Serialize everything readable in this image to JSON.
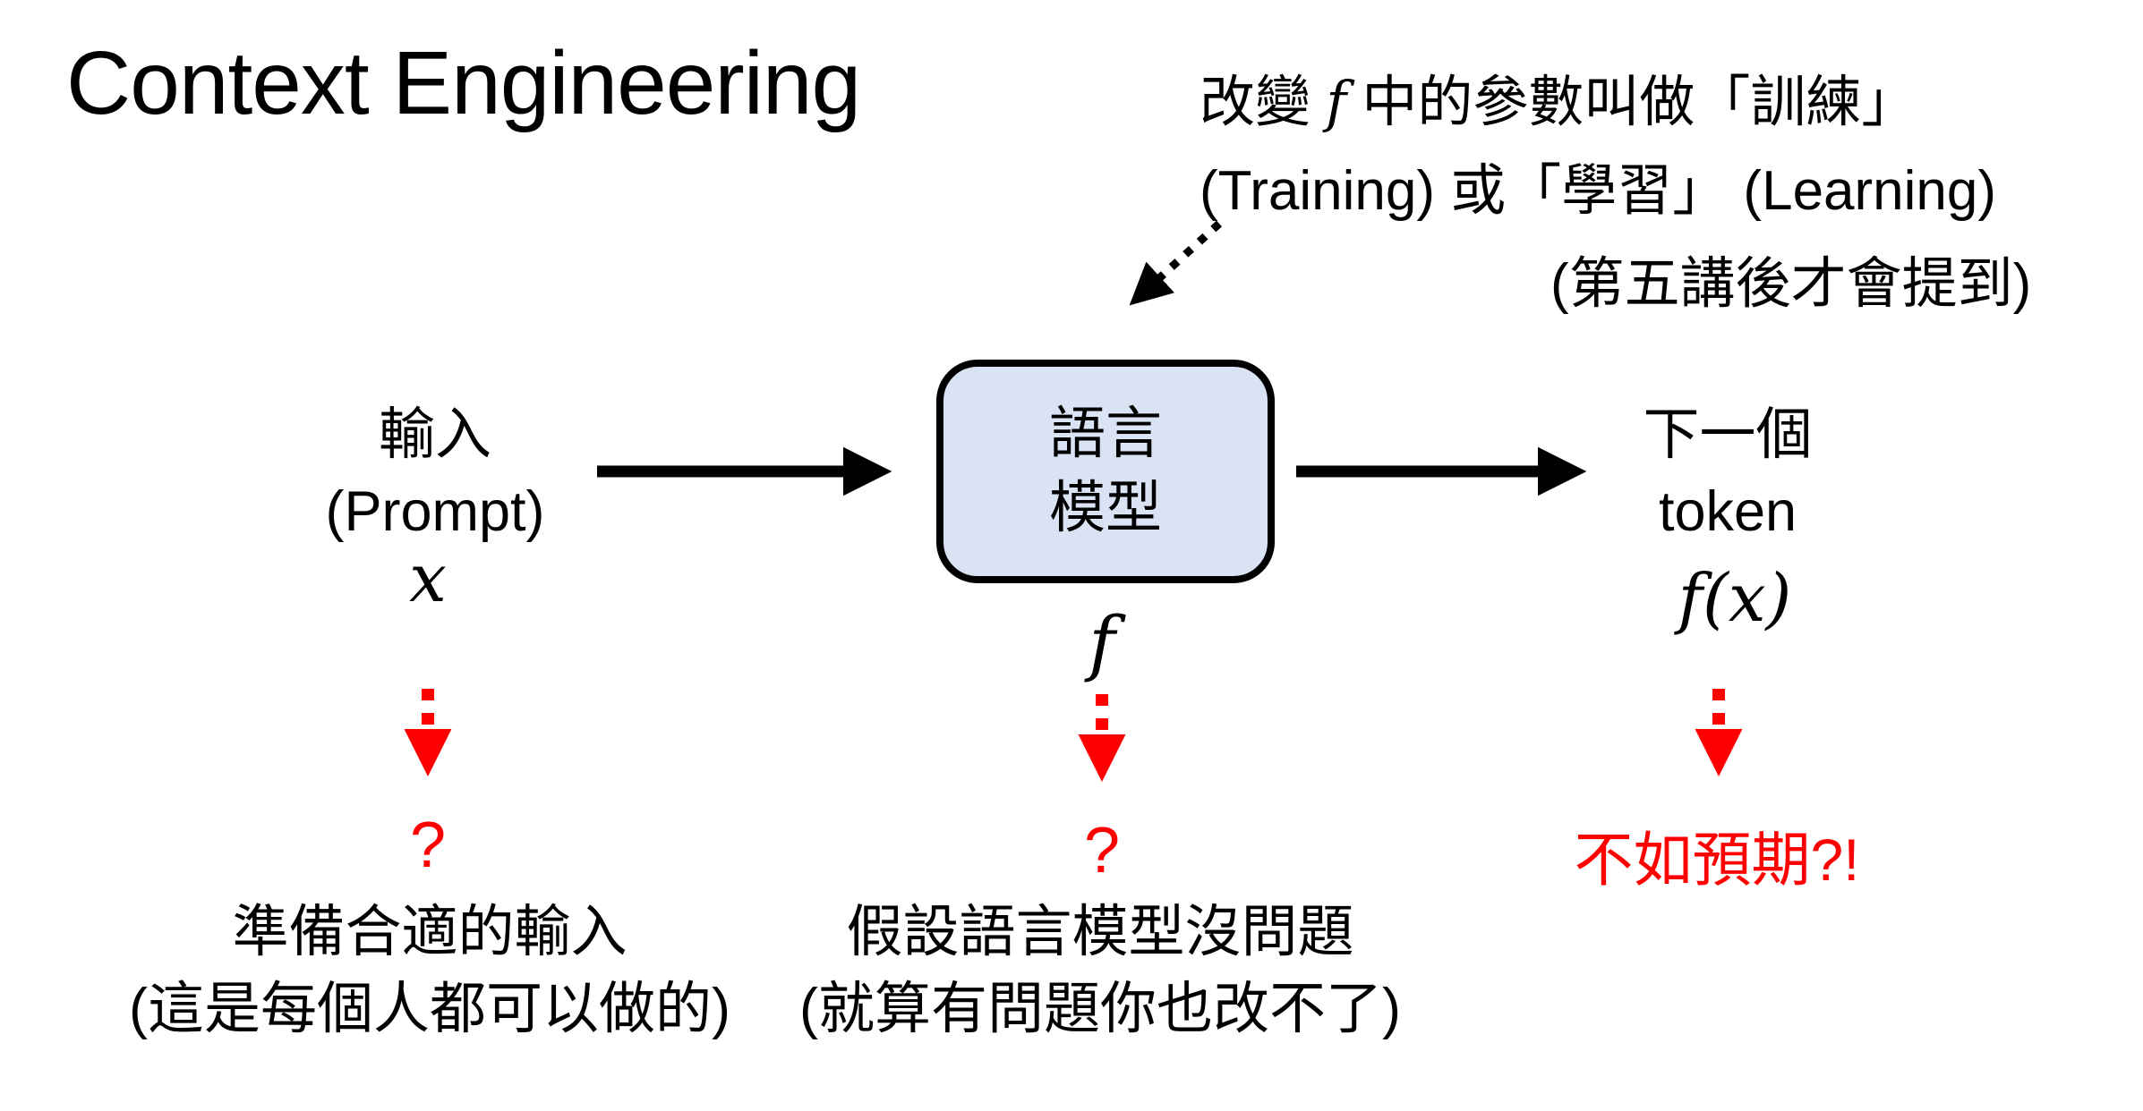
{
  "title": "Context Engineering",
  "training_note": {
    "line1_pre": "改變 ",
    "line1_f": "f",
    "line1_post": " 中的參數叫做「訓練」",
    "line2": "(Training) 或「學習」 (Learning)",
    "line3": "(第五講後才會提到)"
  },
  "input": {
    "label": "輸入",
    "label_en": "(Prompt)",
    "symbol": "x",
    "question": "?",
    "note1": "準備合適的輸入",
    "note2": "(這是每個人都可以做的)"
  },
  "model": {
    "box_line1": "語言",
    "box_line2": "模型",
    "symbol": "f",
    "question": "?",
    "note1": "假設語言模型沒問題",
    "note2": "(就算有問題你也改不了)"
  },
  "output": {
    "label": "下一個",
    "label_en": "token",
    "symbol": "f(x)",
    "warning": "不如預期?!"
  },
  "colors": {
    "model_box_fill": "#dae3f3",
    "model_box_border": "#000000",
    "alert_red": "#ff0000",
    "text": "#000000"
  }
}
